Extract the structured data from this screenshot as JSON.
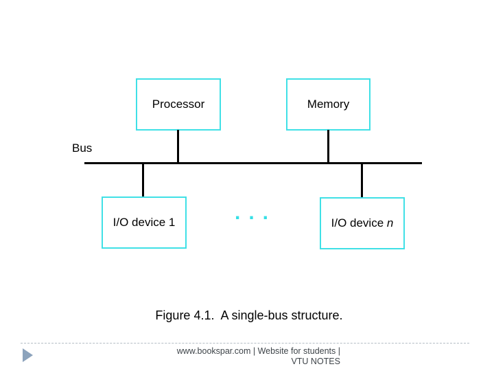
{
  "diagram": {
    "bus_label": "Bus",
    "boxes": {
      "processor": {
        "label": "Processor"
      },
      "memory": {
        "label": "Memory"
      },
      "io_device_1": {
        "label": "I/O device 1"
      },
      "io_device_n": {
        "prefix": "I/O device ",
        "variable": "n"
      }
    },
    "ellipsis": "..."
  },
  "caption": "Figure 4.1.  A single-bus structure.",
  "footer": {
    "line1": "www.bookspar.com | Website for students |",
    "line2": "VTU NOTES"
  },
  "colors": {
    "box_border": "#3fe0e6",
    "diagram_line": "#000000",
    "ellipsis_dots": "#35dfe6",
    "footer_text": "#3e4449",
    "divider_dashed": "#b3bcc4",
    "arrow_bullet": "#8ca3bc"
  }
}
